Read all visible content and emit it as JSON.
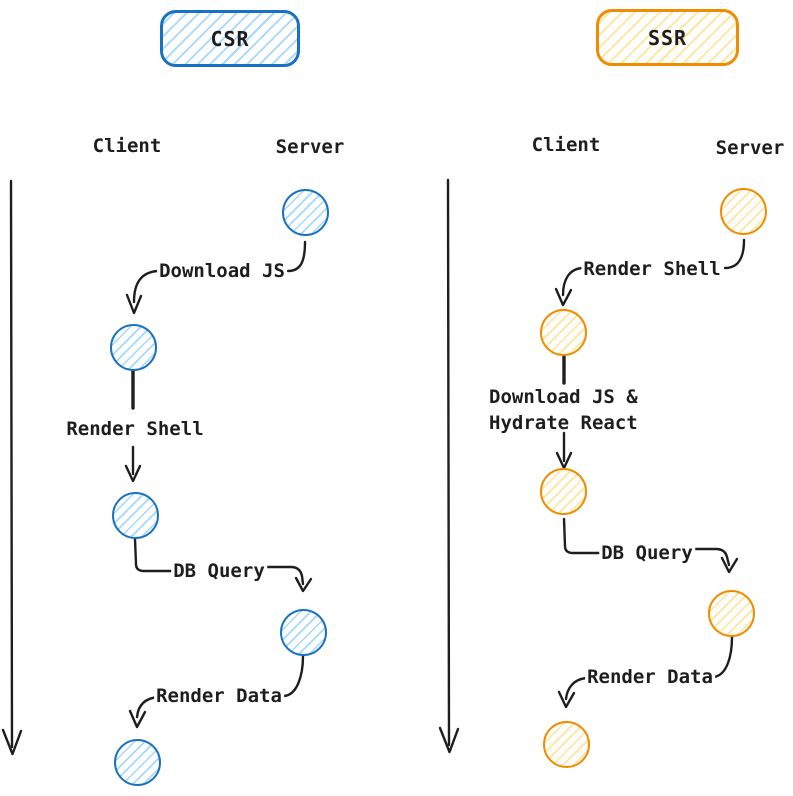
{
  "colors": {
    "csr_stroke": "#1971c2",
    "csr_hatch": "#a5d8ff",
    "ssr_stroke": "#f08c00",
    "ssr_hatch": "#ffe599",
    "ink": "#1e1e1e",
    "background": "#ffffff"
  },
  "csr": {
    "title": "CSR",
    "client_label": "Client",
    "server_label": "Server",
    "steps": {
      "download_js": "Download JS",
      "render_shell": "Render Shell",
      "db_query": "DB Query",
      "render_data": "Render Data"
    }
  },
  "ssr": {
    "title": "SSR",
    "client_label": "Client",
    "server_label": "Server",
    "steps": {
      "render_shell": "Render Shell",
      "download_hydrate_line1": "Download JS &",
      "download_hydrate_line2": "Hydrate React",
      "db_query": "DB Query",
      "render_data": "Render Data"
    }
  }
}
